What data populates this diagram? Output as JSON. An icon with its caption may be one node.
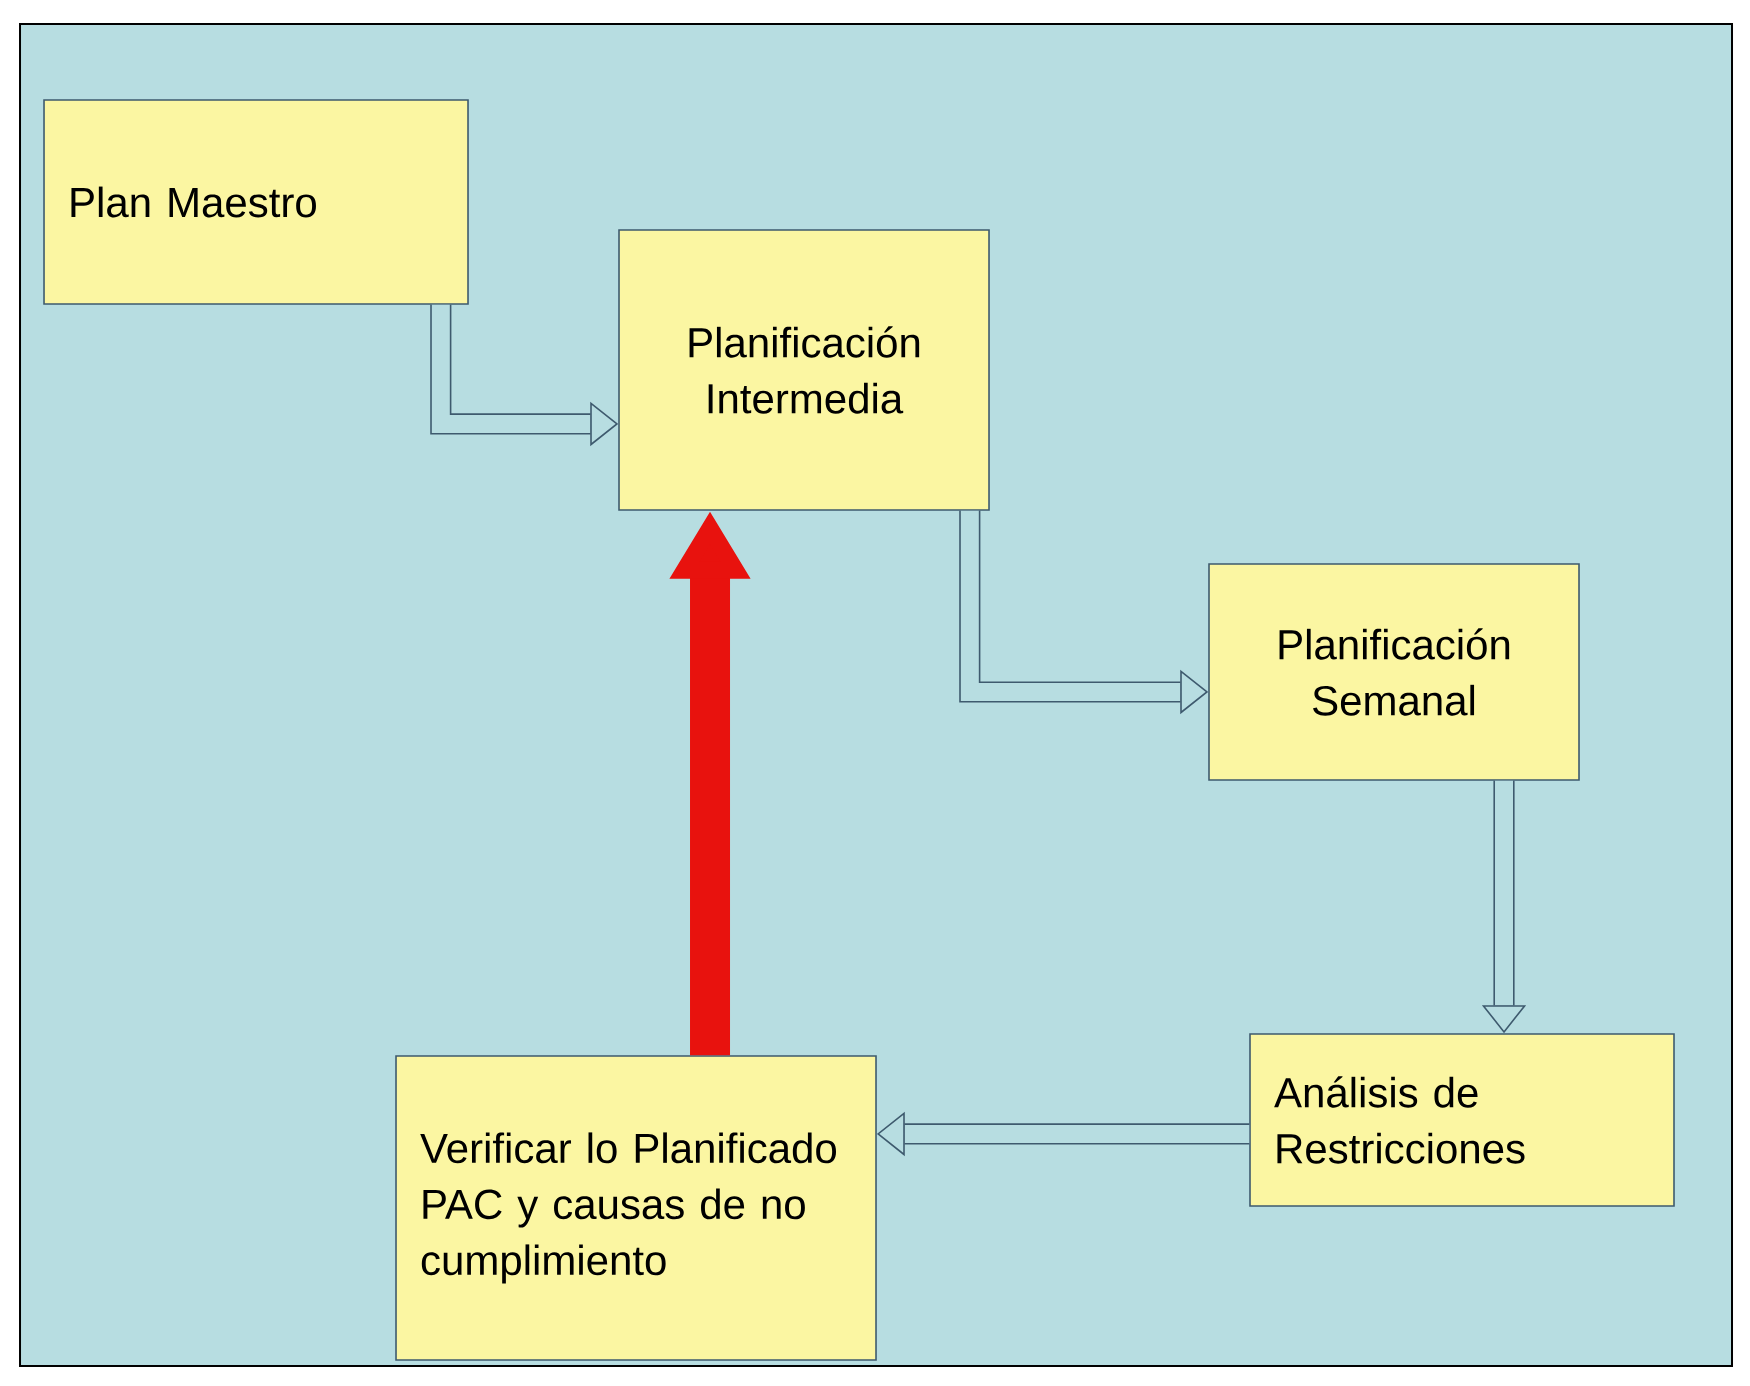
{
  "diagram": {
    "nodes": [
      {
        "text": [
          "Plan Maestro"
        ]
      },
      {
        "text": [
          "Planificación Intermedia"
        ]
      },
      {
        "text": [
          "Planificación Semanal"
        ]
      },
      {
        "text": [
          "Análisis de Restricciones"
        ]
      },
      {
        "text": [
          "Verificar lo Planificado PAC y causas de no cumplimiento"
        ]
      }
    ],
    "edges": [
      {
        "from": 0,
        "to": 1,
        "arrow": "to"
      },
      {
        "from": 1,
        "to": 2,
        "arrow": "to"
      },
      {
        "from": 2,
        "to": 3,
        "arrow": "to"
      },
      {
        "from": 3,
        "to": 4,
        "arrow": "to"
      },
      {
        "from": 4,
        "to": 1,
        "arrow": "to",
        "style": "thick",
        "color": "#e8120e"
      }
    ]
  }
}
